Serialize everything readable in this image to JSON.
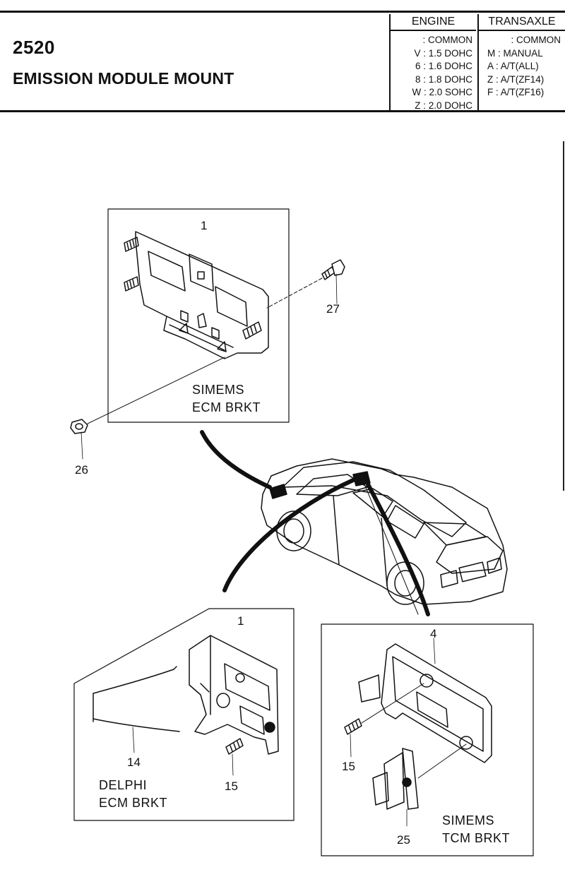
{
  "header": {
    "code": "2520",
    "title": "EMISSION MODULE MOUNT",
    "engine": {
      "heading": "ENGINE",
      "rows": [
        ": COMMON",
        "V : 1.5 DOHC",
        "6 : 1.6 DOHC",
        "8 : 1.8 DOHC",
        "W : 2.0 SOHC",
        "Z : 2.0 DOHC"
      ]
    },
    "transaxle": {
      "heading": "TRANSAXLE",
      "rows": [
        ": COMMON",
        "M : MANUAL",
        "A : A/T(ALL)",
        "Z : A/T(ZF14)",
        "F : A/T(ZF16)"
      ]
    }
  },
  "diagram": {
    "panels": {
      "simems_ecm": {
        "caption_line1": "SIMEMS",
        "caption_line2": "ECM BRKT"
      },
      "delphi_ecm": {
        "caption_line1": "DELPHI",
        "caption_line2": "ECM BRKT"
      },
      "simems_tcm": {
        "caption_line1": "SIMEMS",
        "caption_line2": "TCM BRKT"
      }
    },
    "part_numbers": {
      "p1_top": "1",
      "p27": "27",
      "p26": "26",
      "p1_delphi": "1",
      "p14": "14",
      "p15_delphi": "15",
      "p4": "4",
      "p15_tcm": "15",
      "p25": "25"
    }
  }
}
